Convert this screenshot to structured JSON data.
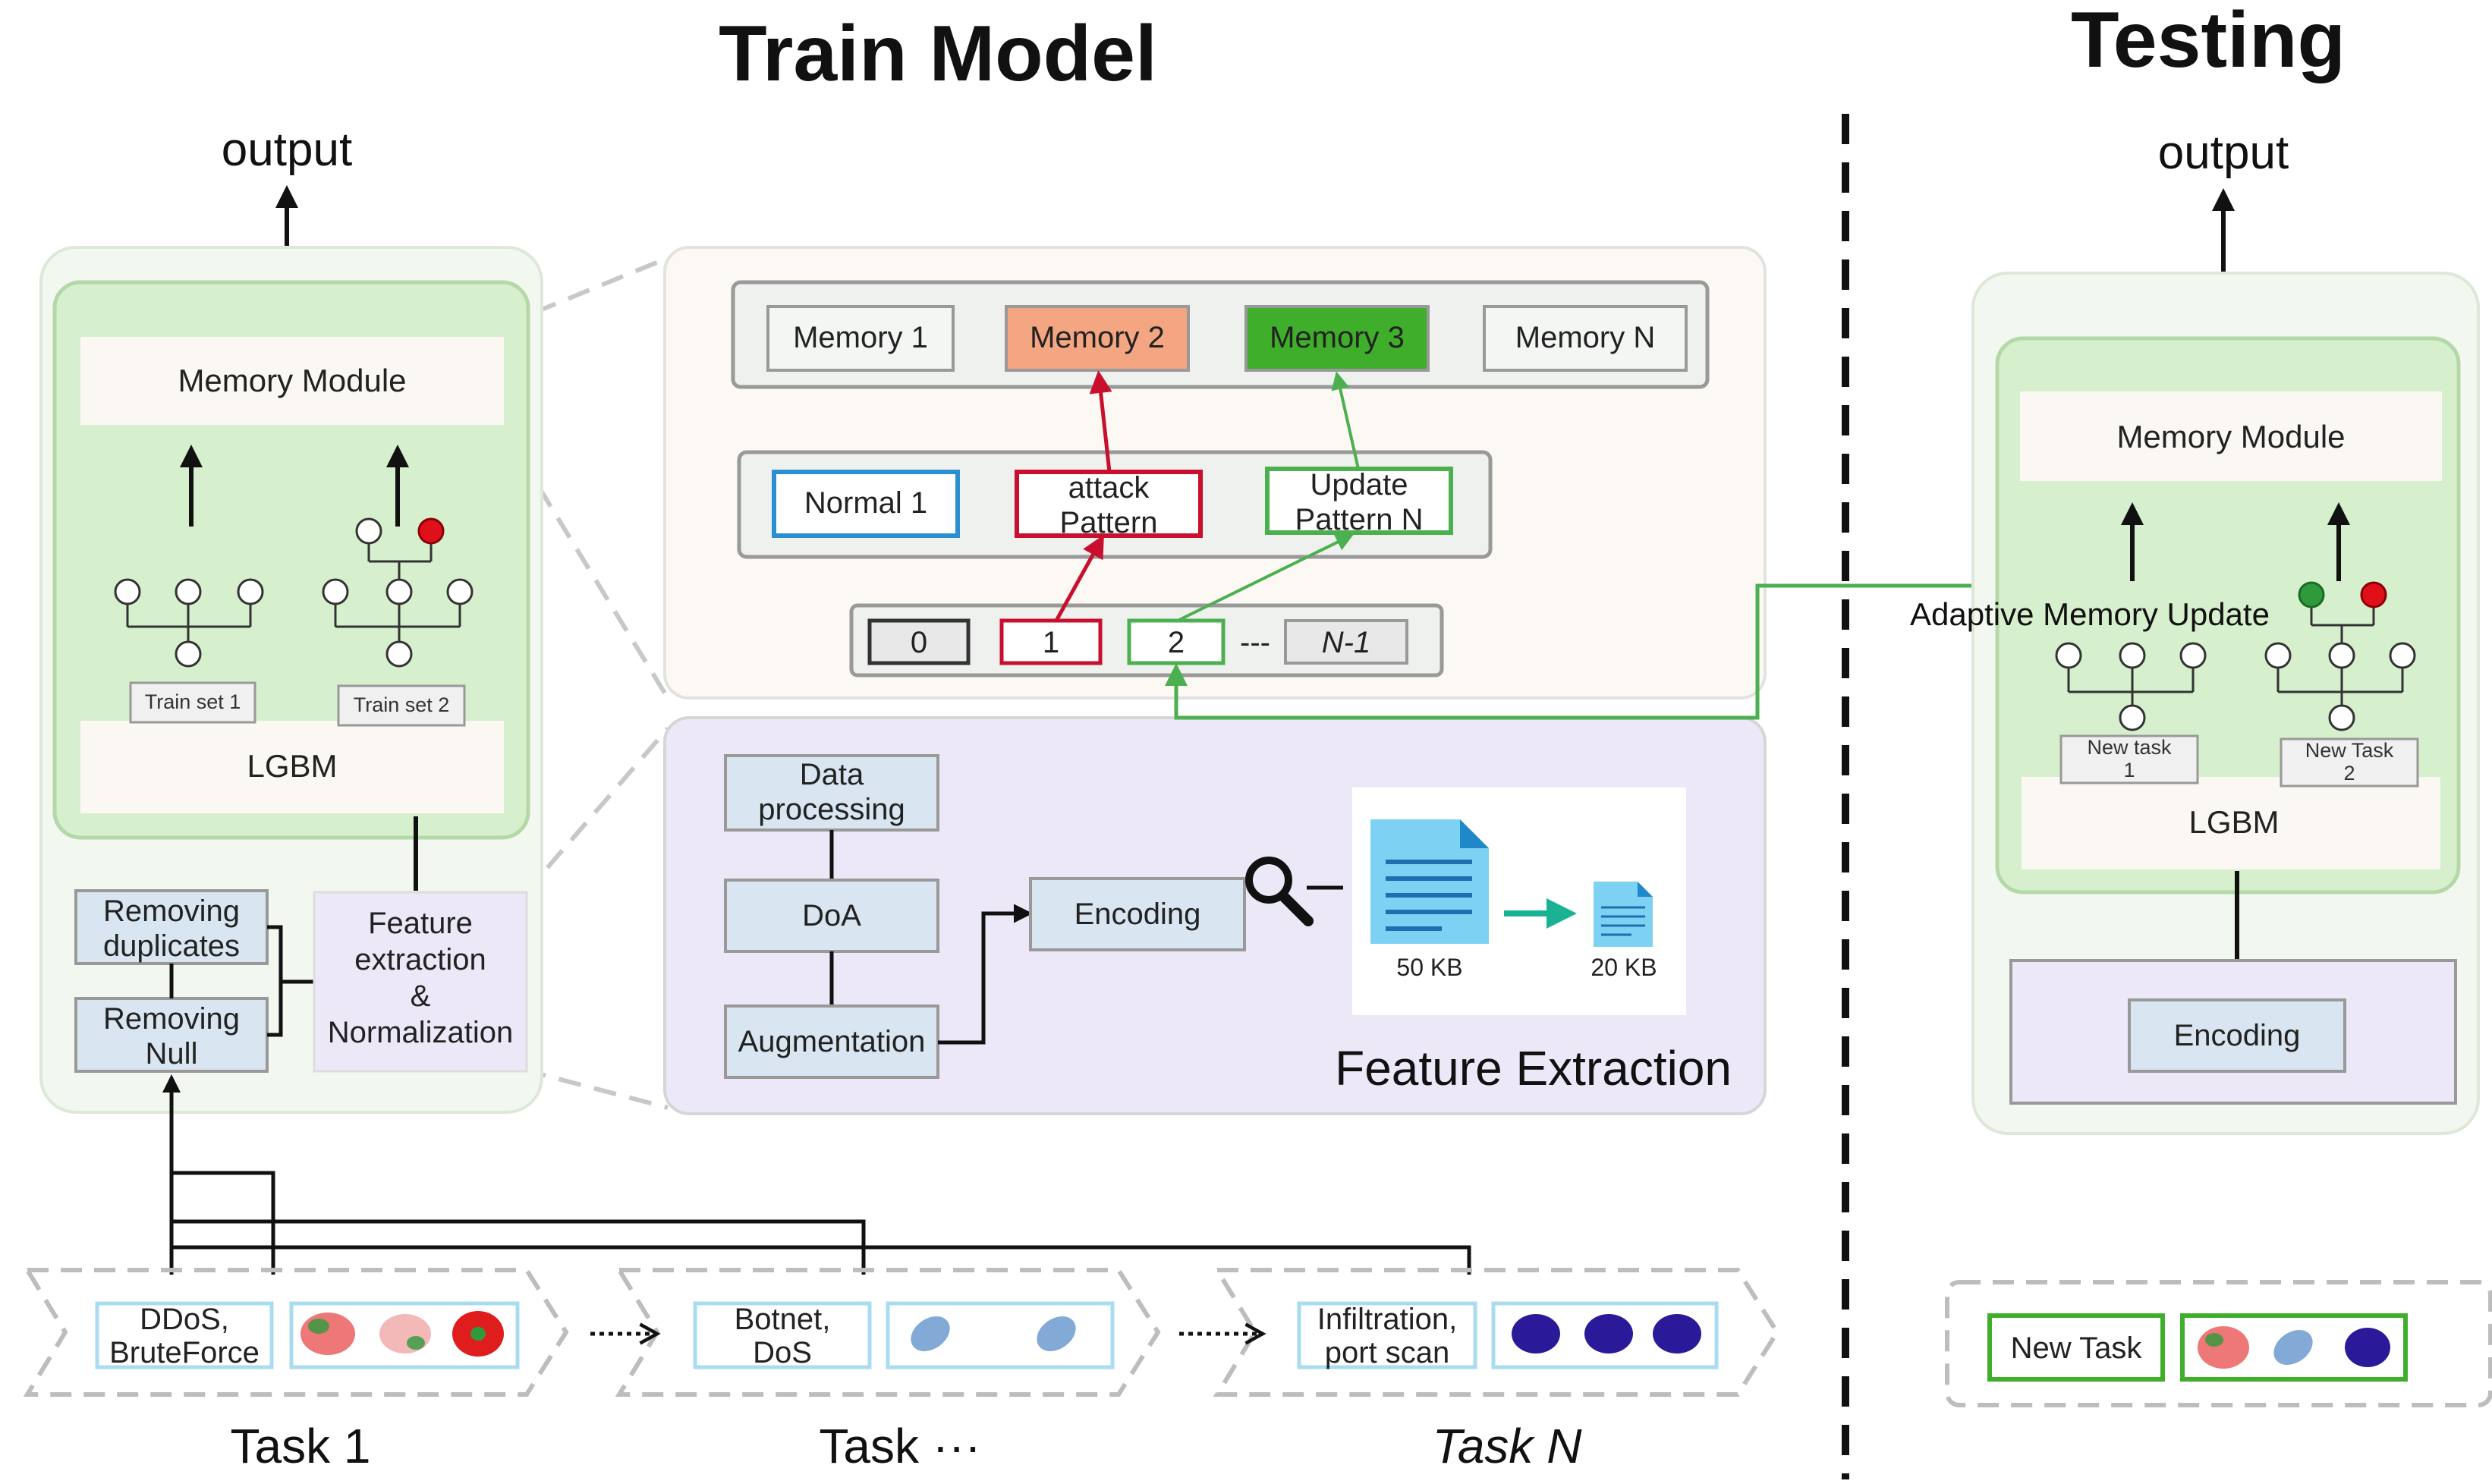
{
  "titles": {
    "train": "Train Model",
    "testing": "Testing"
  },
  "output_label": "output",
  "left_panel": {
    "memory_module": "Memory Module",
    "lgbm": "LGBM",
    "train_set_1": "Train set 1",
    "train_set_2": "Train set 2",
    "removing_duplicates": [
      "Removing",
      "duplicates"
    ],
    "removing_null": [
      "Removing",
      "Null"
    ],
    "feature_extraction": [
      "Feature",
      "extraction",
      "&",
      "Normalization"
    ]
  },
  "memory_panel": {
    "memories": [
      "Memory 1",
      "Memory 2",
      "Memory 3",
      "Memory N"
    ],
    "patterns": {
      "normal": "Normal 1",
      "attack": [
        "attack",
        "Pattern"
      ],
      "update": [
        "Update",
        "Pattern N"
      ]
    },
    "indices": [
      "0",
      "1",
      "2",
      "N-1"
    ],
    "dashes": "---"
  },
  "feature_panel": {
    "data_processing": [
      "Data",
      "processing"
    ],
    "doa": "DoA",
    "augmentation": "Augmentation",
    "encoding": "Encoding",
    "size_before": "50 KB",
    "size_after": "20 KB",
    "title": "Feature Extraction"
  },
  "tasks": [
    {
      "name": "Task 1",
      "label": [
        "DDoS,",
        "BruteForce"
      ]
    },
    {
      "name": "Task ···",
      "label": [
        "Botnet,",
        "DoS"
      ]
    },
    {
      "name": "Task N",
      "label": [
        "Infiltration,",
        "port scan"
      ]
    }
  ],
  "testing_panel": {
    "memory_module": "Memory Module",
    "lgbm": "LGBM",
    "adaptive_update": "Adaptive Memory Update",
    "new_task_1": [
      "New task",
      "1"
    ],
    "new_task_2": [
      "New Task",
      "2"
    ],
    "encoding": "Encoding",
    "new_task": "New Task"
  },
  "colors": {
    "green_panel": "#d6efcc",
    "memory2": "#f4a582",
    "memory3": "#3fae2a",
    "attack_red": "#c8102e",
    "update_green": "#4caf50",
    "normal_blue": "#2a8fd0",
    "lavender": "#ece8f8",
    "box_blue": "#d9e6f2"
  }
}
